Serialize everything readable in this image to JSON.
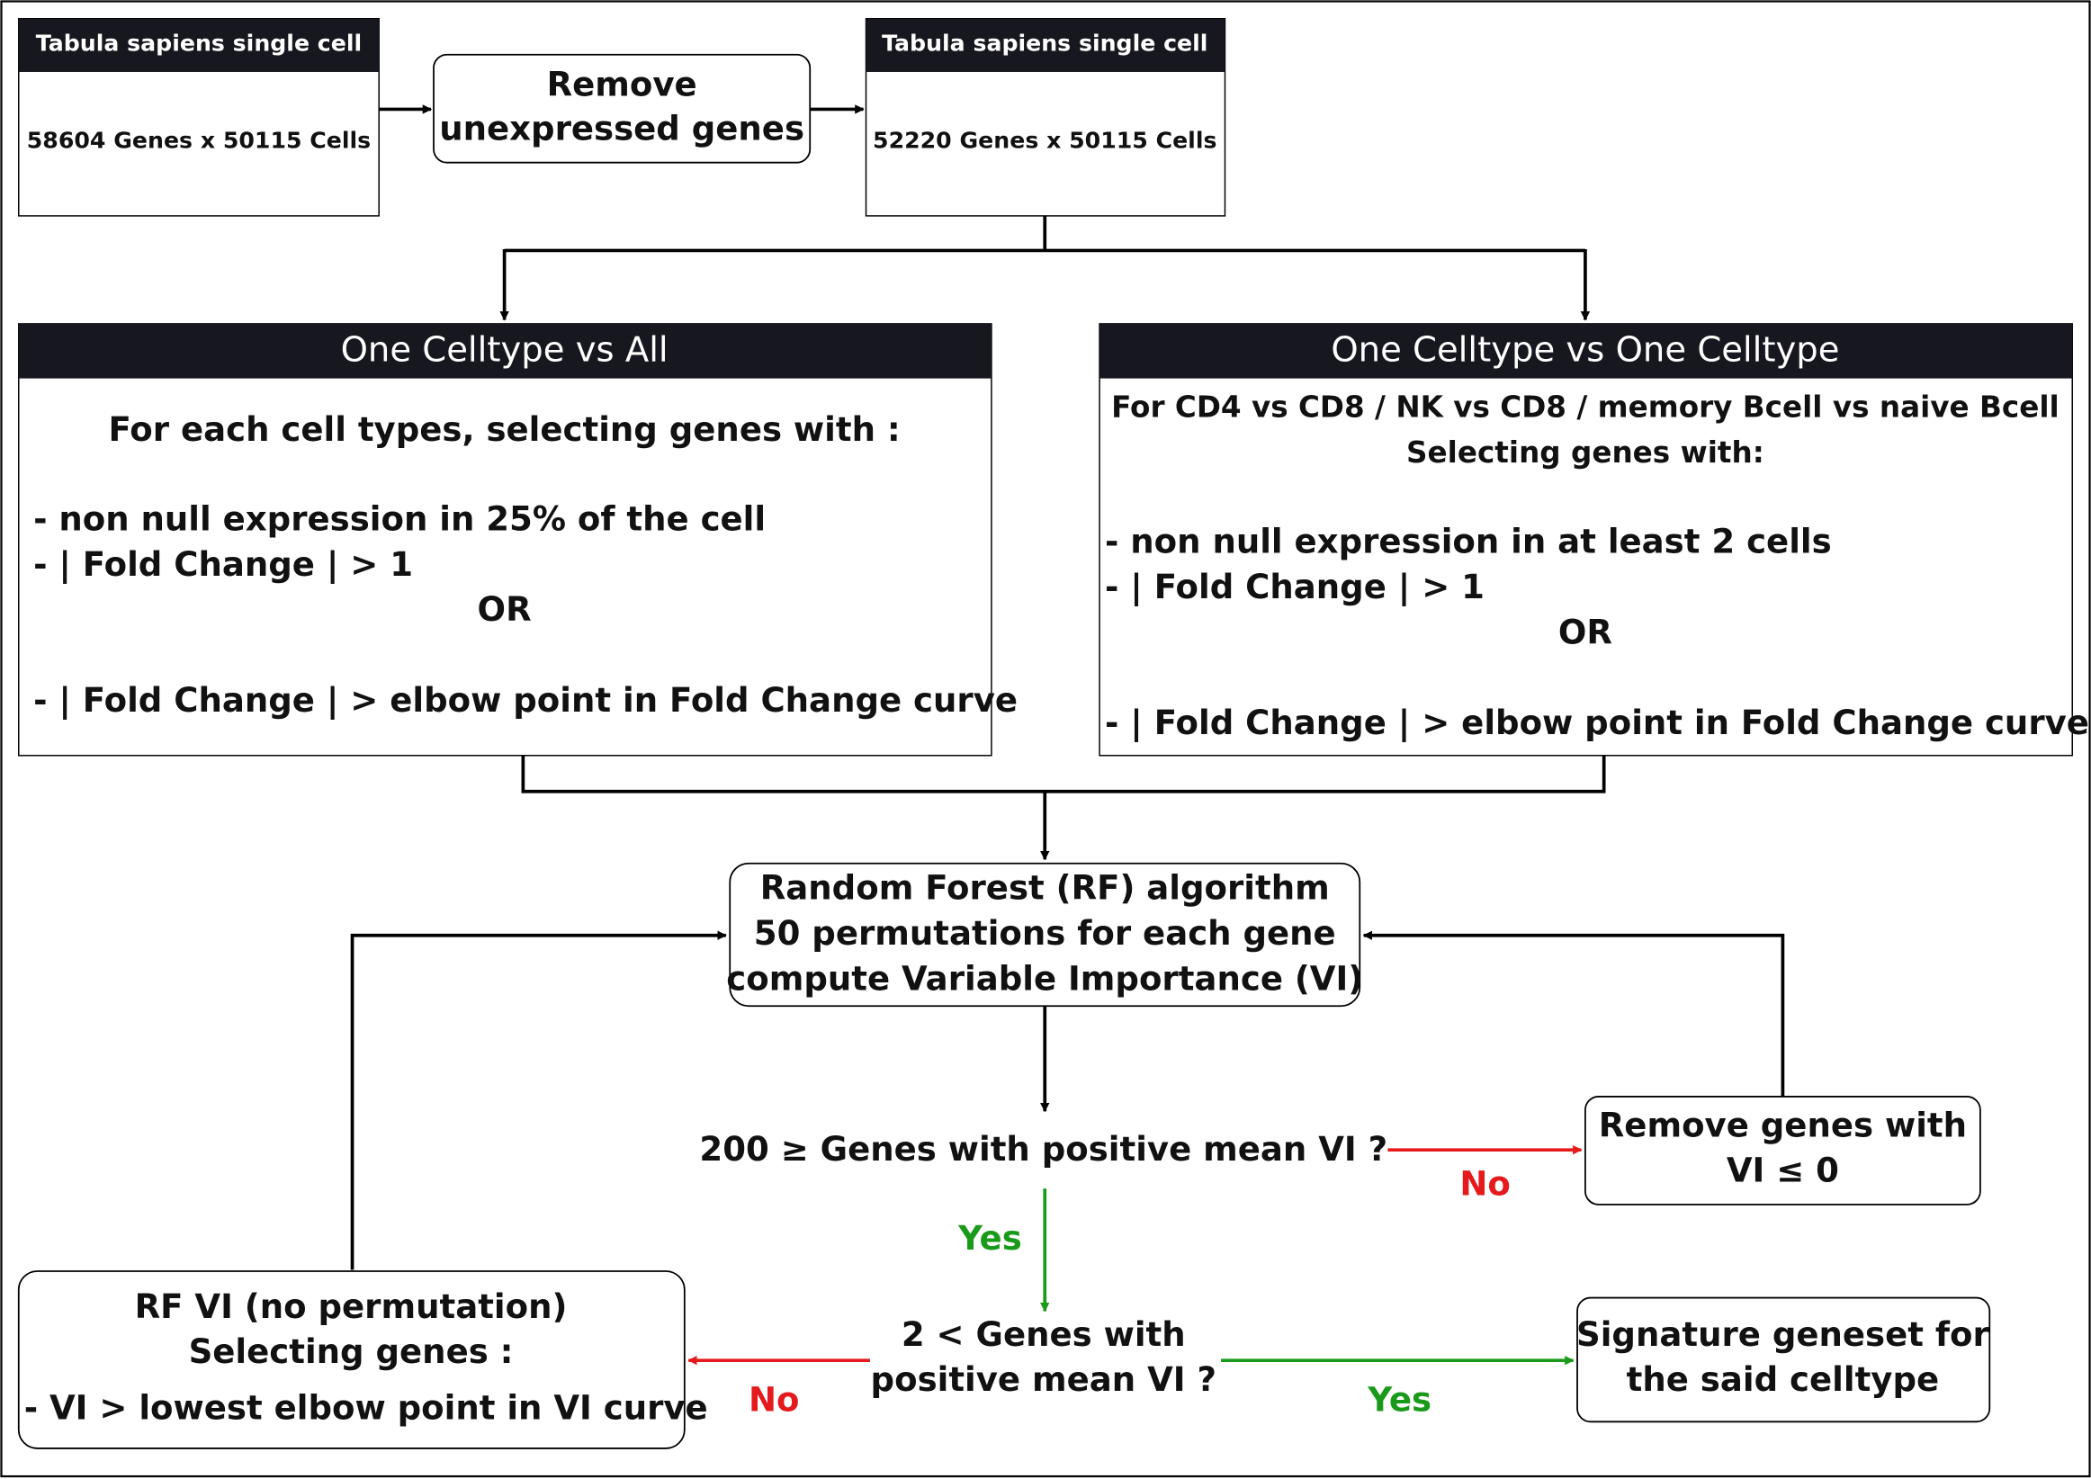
{
  "colors": {
    "header_bg": "#17171f",
    "line": "#000000",
    "no": "#e41a1c",
    "yes": "#1a9a1a"
  },
  "input_box": {
    "header": "Tabula sapiens single cell",
    "body": "58604 Genes x 50115 Cells"
  },
  "remove_unexpressed": {
    "line1": "Remove",
    "line2": "unexpressed genes"
  },
  "filtered_box": {
    "header": "Tabula sapiens single cell",
    "body": "52220 Genes x 50115 Cells"
  },
  "one_vs_all": {
    "header": "One Celltype vs All",
    "intro": "For each cell types, selecting genes  with :",
    "crit1": "- non null expression in 25% of the cell",
    "crit2": "- | Fold Change | > 1",
    "or": "OR",
    "crit3": "- | Fold Change | > elbow point in Fold Change curve"
  },
  "one_vs_one": {
    "header": "One Celltype vs One Celltype",
    "intro1": "For CD4 vs CD8 / NK vs CD8 /  memory Bcell vs naive Bcell",
    "intro2": "Selecting genes with:",
    "crit1": "- non null expression in at least 2 cells",
    "crit2": "- | Fold Change | > 1",
    "or": "OR",
    "crit3": "- | Fold Change | > elbow point in Fold Change curve"
  },
  "random_forest": {
    "line1": "Random Forest (RF) algorithm",
    "line2": "50 permutations for each gene",
    "line3": "compute Variable Importance (VI)"
  },
  "decision1": {
    "text": "200 ≥ Genes with positive mean VI ?"
  },
  "remove_genes": {
    "line1": "Remove genes with",
    "line2": "VI ≤ 0"
  },
  "decision2": {
    "line1": "2 < Genes with",
    "line2": "positive mean VI ?"
  },
  "rf_vi_box": {
    "line1": "RF VI (no permutation)",
    "line2": "Selecting genes :",
    "line3": "- VI  > lowest elbow point in VI curve"
  },
  "signature": {
    "line1": "Signature geneset for",
    "line2": "the said celltype"
  },
  "labels": {
    "no1": "No",
    "yes1": "Yes",
    "no2": "No",
    "yes2": "Yes"
  }
}
